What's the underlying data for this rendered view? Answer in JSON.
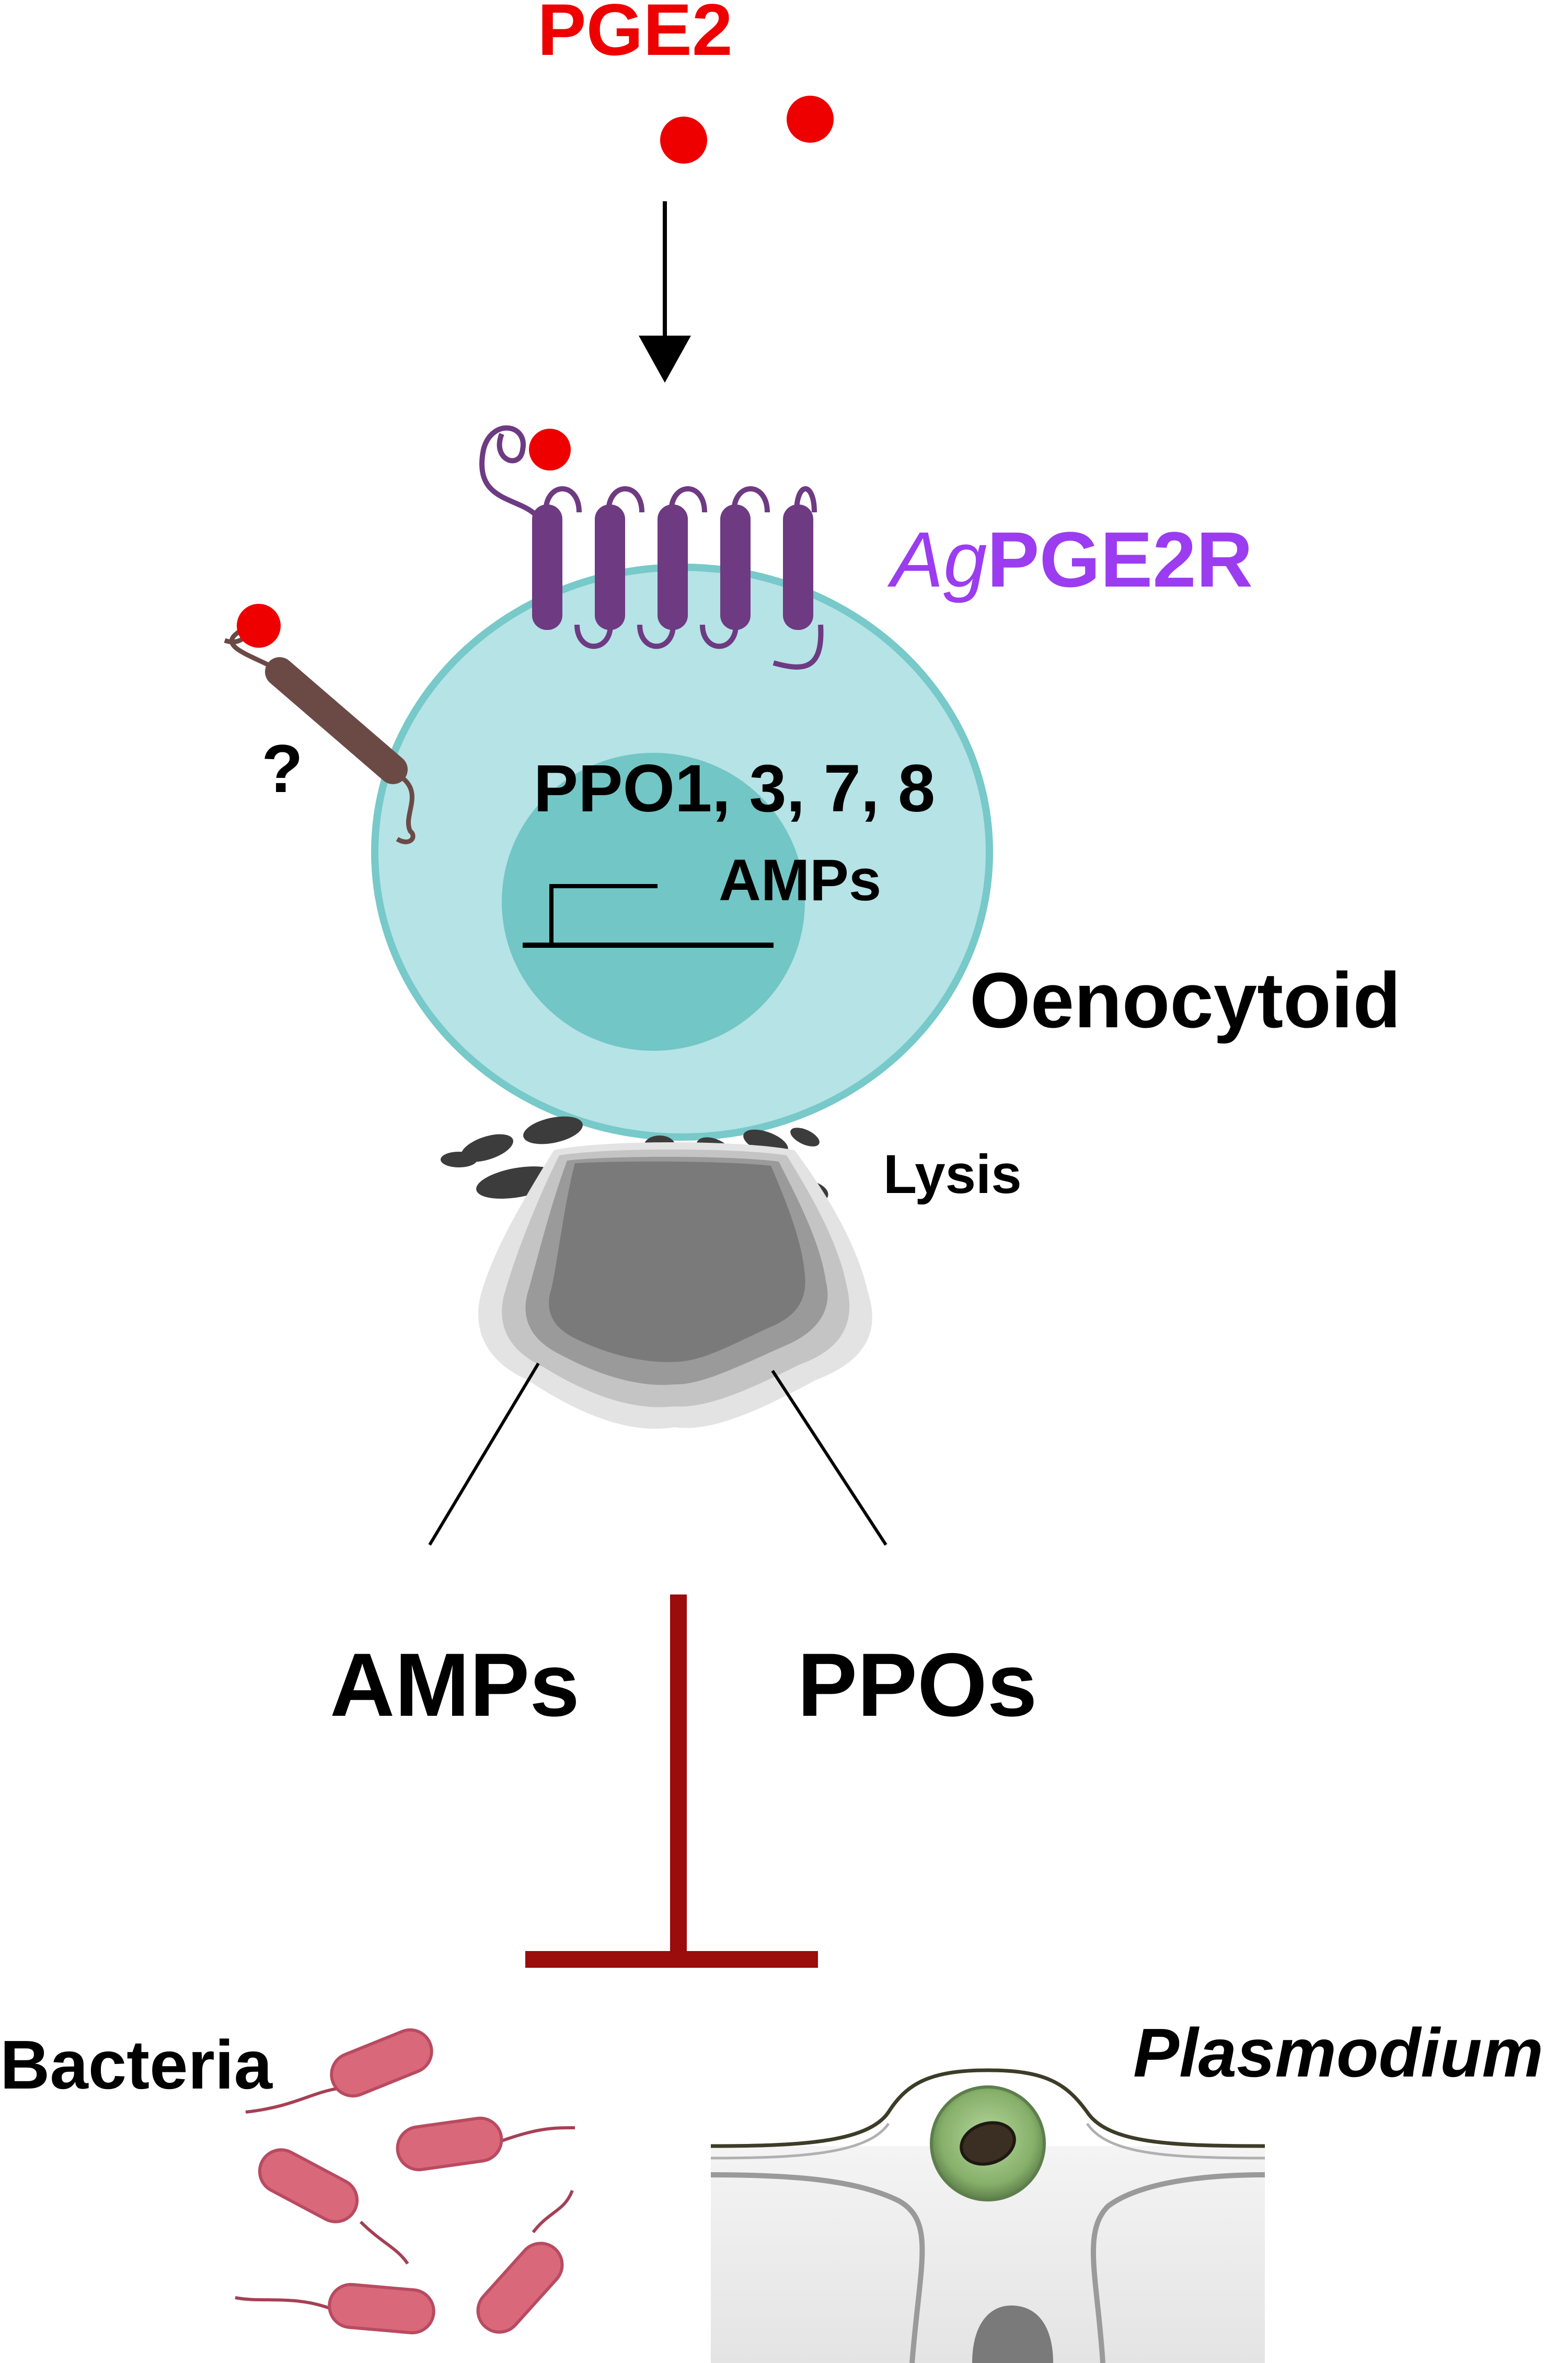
{
  "labels": {
    "ligand": "PGE2",
    "receptor_prefix": "Ag",
    "receptor_suffix": "PGE2R",
    "unknown_receptor": "?",
    "genes_induced": "PPO1, 3, 7, 8",
    "nucleus_amps": "AMPs",
    "cell_type": "Oenocytoid",
    "lysis": "Lysis",
    "released_amps": "AMPs",
    "released_ppos": "PPOs",
    "target_bacteria": "Bacteria",
    "target_plasmodium": "Plasmodium"
  },
  "colors": {
    "ligand": "#ee0000",
    "receptor": "#6e3a82",
    "receptor_label": "#9b3cf0",
    "cell": "#b5e3e6",
    "cell_edge": "#78c9c9",
    "nucleus": "#72c6c5",
    "inhibition": "#9b0c0c",
    "bacteria": "#d9697a",
    "plasmodium_cell": "#8fb878",
    "unknown_receptor": "#6b4a46"
  },
  "icons": {
    "ligand": "red-dot",
    "receptor": "seven-transmembrane-receptor",
    "unknown_receptor": "single-pass-receptor",
    "promoter": "promoter-arrow",
    "inhibition": "t-bar-inhibition",
    "bacteria": "rod-bacterium",
    "plasmodium": "plasmodium-oocyst"
  }
}
